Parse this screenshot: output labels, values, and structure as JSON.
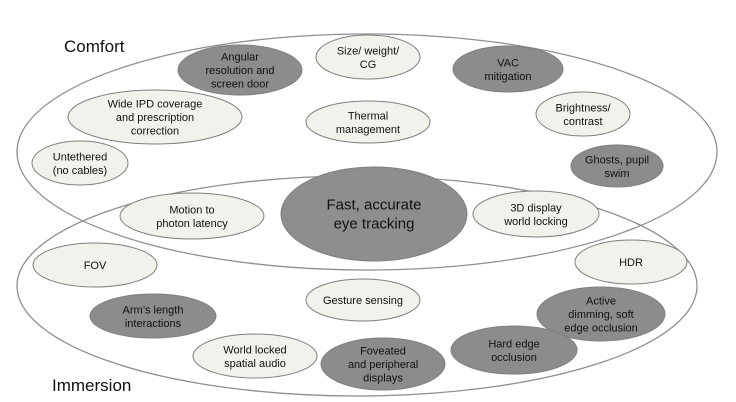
{
  "groups": {
    "comfort": "Comfort",
    "immersion": "Immersion"
  },
  "colors": {
    "light_node": "#f2f2ec",
    "dark_node": "#8c8c8c",
    "center_node": "#8e8e8e",
    "ring_stroke": "#8f8f8f",
    "node_stroke": "#7f7f7f"
  },
  "nodes": {
    "angular_resolution": [
      "Angular",
      "resolution and",
      "screen door"
    ],
    "size_weight": [
      "Size/ weight/",
      "CG"
    ],
    "vac_mitigation": [
      "VAC",
      "mitigation"
    ],
    "wide_ipd": [
      "Wide IPD coverage",
      "and prescription",
      "correction"
    ],
    "thermal": [
      "Thermal",
      "management"
    ],
    "brightness": [
      "Brightness/",
      "contrast"
    ],
    "untethered": [
      "Untethered",
      "(no cables)"
    ],
    "ghosts": [
      "Ghosts, pupil",
      "swim"
    ],
    "motion_photon": [
      "Motion to",
      "photon latency"
    ],
    "eye_tracking": [
      "Fast, accurate",
      "eye tracking"
    ],
    "display_3d": [
      "3D display",
      "world locking"
    ],
    "fov": [
      "FOV"
    ],
    "hdr": [
      "HDR"
    ],
    "arms_length": [
      "Arm’s length",
      "interactions"
    ],
    "gesture": [
      "Gesture sensing"
    ],
    "active_dimming": [
      "Active",
      "dimming, soft",
      "edge occlusion"
    ],
    "spatial_audio": [
      "World locked",
      "spatial audio"
    ],
    "foveated": [
      "Foveated",
      "and peripheral",
      "displays"
    ],
    "hard_edge": [
      "Hard edge",
      "occlusion"
    ]
  }
}
